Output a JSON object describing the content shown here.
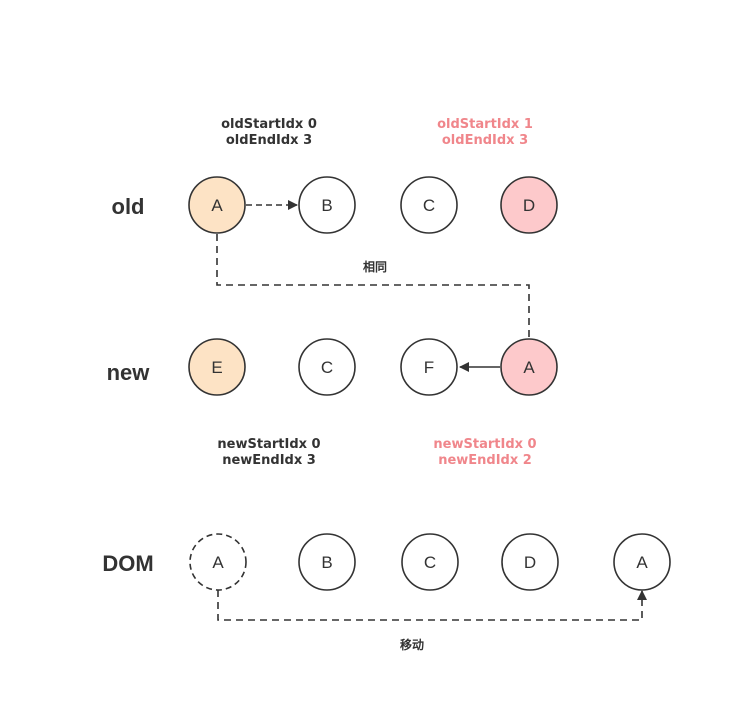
{
  "colors": {
    "text": "#333333",
    "highlight": "#f0868b",
    "stroke": "#333333",
    "orange_fill": "#fde3c5",
    "pink_fill": "#fdc9cb",
    "plain_fill": "#ffffff"
  },
  "labels": {
    "old": "old",
    "new": "new",
    "dom": "DOM"
  },
  "old_nodes": [
    {
      "text": "A",
      "fill": "orange"
    },
    {
      "text": "B",
      "fill": "plain"
    },
    {
      "text": "C",
      "fill": "plain"
    },
    {
      "text": "D",
      "fill": "pink"
    }
  ],
  "new_nodes": [
    {
      "text": "E",
      "fill": "orange"
    },
    {
      "text": "C",
      "fill": "plain"
    },
    {
      "text": "F",
      "fill": "plain"
    },
    {
      "text": "A",
      "fill": "pink"
    }
  ],
  "dom_nodes": [
    {
      "text": "A",
      "fill": "plain",
      "dashed": true
    },
    {
      "text": "B",
      "fill": "plain"
    },
    {
      "text": "C",
      "fill": "plain"
    },
    {
      "text": "D",
      "fill": "plain"
    },
    {
      "text": "A",
      "fill": "plain"
    }
  ],
  "indices": {
    "old_before": {
      "start": "oldStartIdx  0",
      "end": "oldEndIdx  3"
    },
    "old_after": {
      "start": "oldStartIdx  1",
      "end": "oldEndIdx  3"
    },
    "new_before": {
      "start": "newStartIdx  0",
      "end": "newEndIdx  3"
    },
    "new_after": {
      "start": "newStartIdx  0",
      "end": "newEndIdx  2"
    }
  },
  "notes": {
    "same": "相同",
    "move": "移动"
  }
}
